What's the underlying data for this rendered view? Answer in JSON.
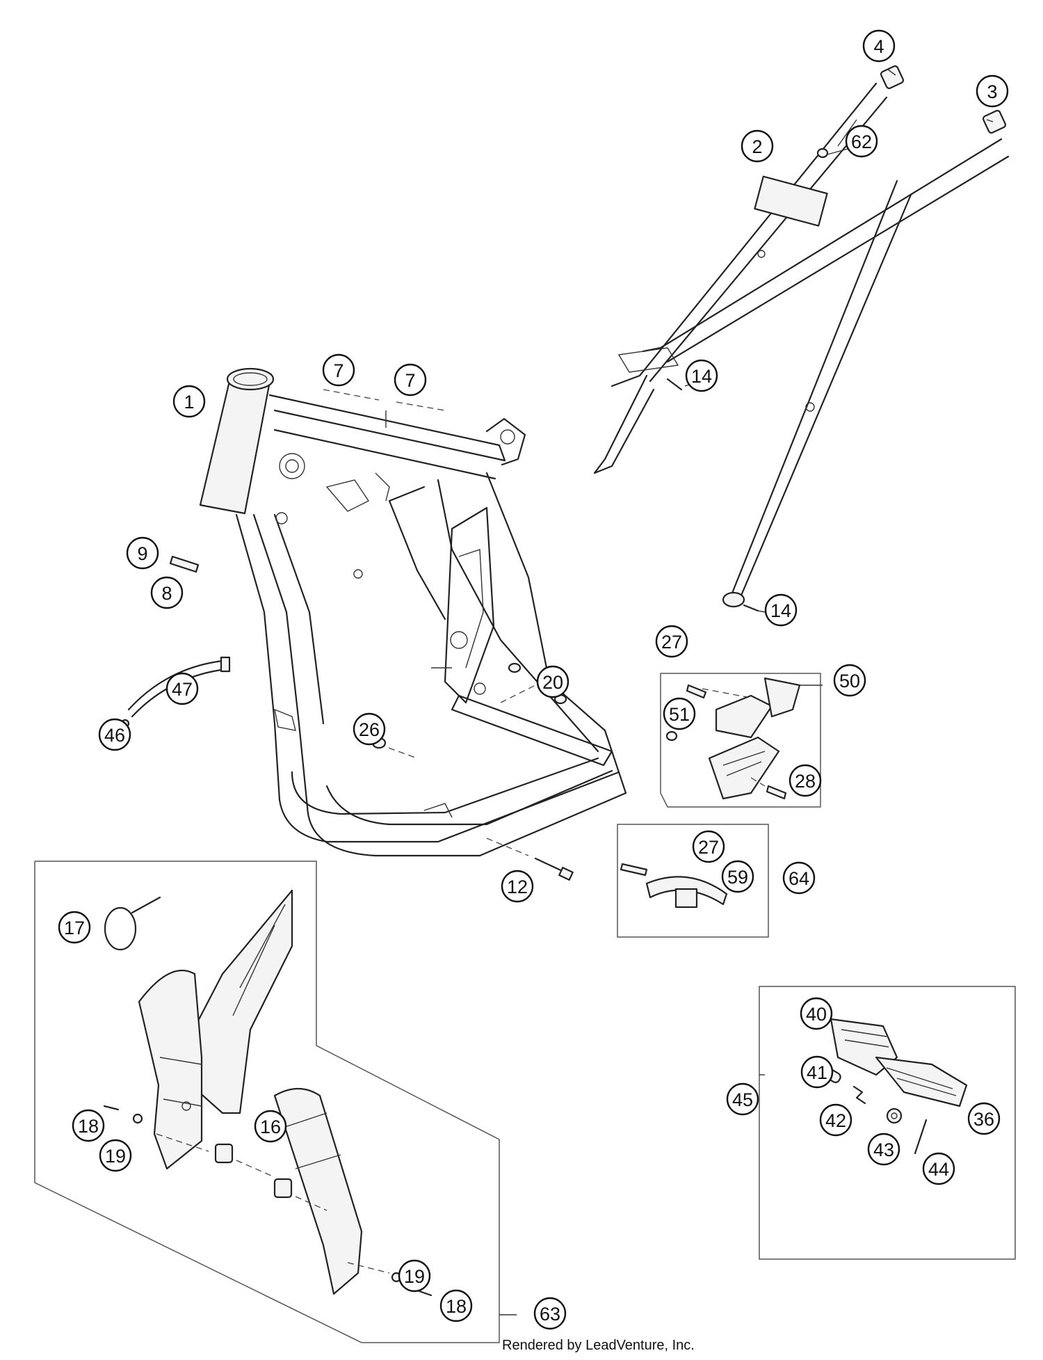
{
  "callouts": [
    {
      "n": "1"
    },
    {
      "n": "2"
    },
    {
      "n": "3"
    },
    {
      "n": "4"
    },
    {
      "n": "62"
    },
    {
      "n": "7"
    },
    {
      "n": "7"
    },
    {
      "n": "14"
    },
    {
      "n": "14"
    },
    {
      "n": "9"
    },
    {
      "n": "8"
    },
    {
      "n": "47"
    },
    {
      "n": "46"
    },
    {
      "n": "20"
    },
    {
      "n": "26"
    },
    {
      "n": "27"
    },
    {
      "n": "50"
    },
    {
      "n": "51"
    },
    {
      "n": "28"
    },
    {
      "n": "12"
    },
    {
      "n": "27"
    },
    {
      "n": "59"
    },
    {
      "n": "64"
    },
    {
      "n": "17"
    },
    {
      "n": "18"
    },
    {
      "n": "19"
    },
    {
      "n": "16"
    },
    {
      "n": "19"
    },
    {
      "n": "18"
    },
    {
      "n": "63"
    },
    {
      "n": "40"
    },
    {
      "n": "41"
    },
    {
      "n": "45"
    },
    {
      "n": "42"
    },
    {
      "n": "43"
    },
    {
      "n": "36"
    },
    {
      "n": "44"
    }
  ],
  "footer": "Rendered by LeadVenture, Inc."
}
